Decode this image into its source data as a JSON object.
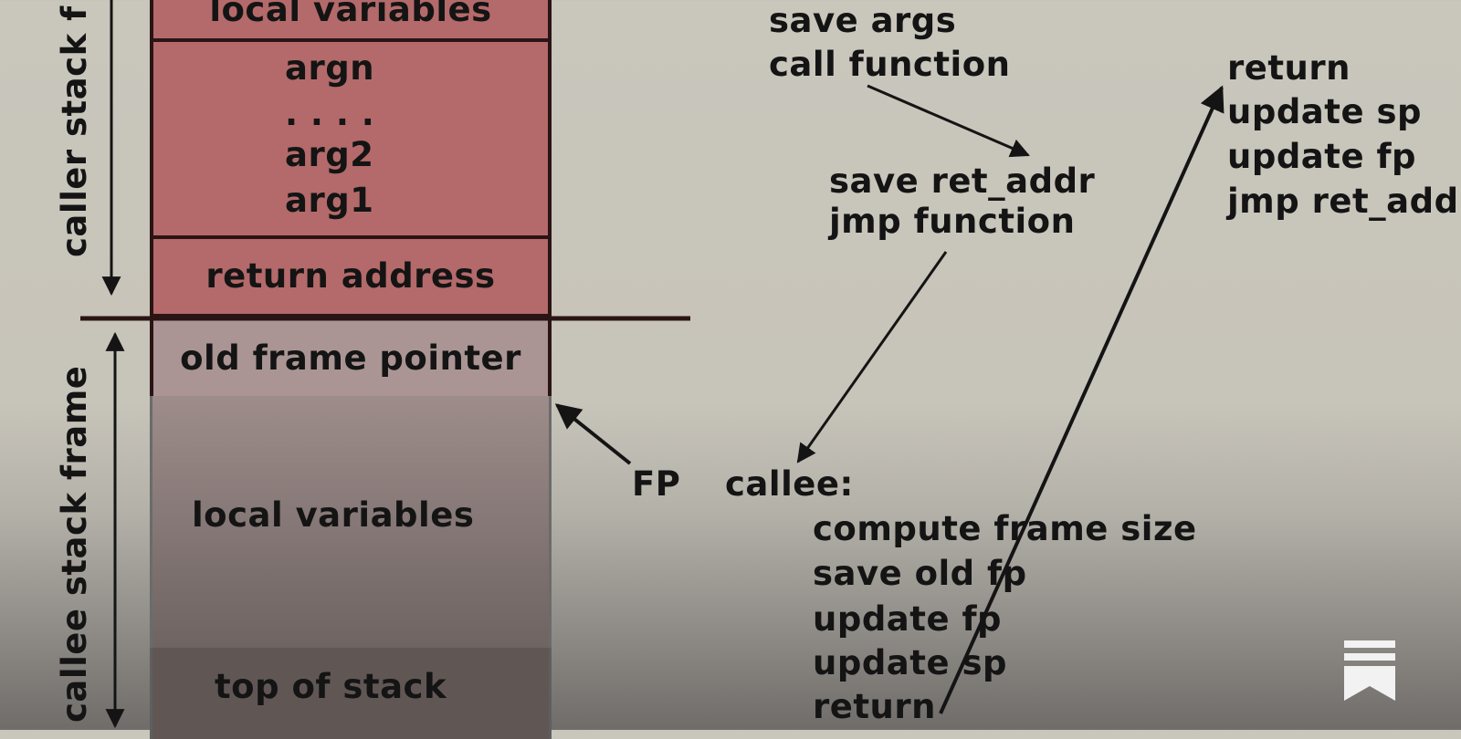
{
  "stack": {
    "caller_frame_label": "caller stack f",
    "callee_frame_label": "callee stack frame",
    "cells": {
      "caller_local_vars": "local variables",
      "argn": "argn",
      "dots": ". . . .",
      "arg2": "arg2",
      "arg1": "arg1",
      "return_address": "return address",
      "old_frame_pointer": "old frame pointer",
      "callee_local_vars": "local variables",
      "top_of_stack": "top of stack"
    },
    "fp_label": "FP"
  },
  "caller_steps": [
    "save args",
    "call function"
  ],
  "call_steps": [
    "save ret_addr",
    "jmp function"
  ],
  "return_steps": [
    "return",
    "update sp",
    "update fp",
    "jmp ret_add"
  ],
  "callee": {
    "label": "callee:",
    "steps": [
      "compute frame size",
      "save old fp",
      "update fp",
      "update sp",
      "return"
    ]
  },
  "icons": {
    "corner": "bookmark-icon"
  },
  "colors": {
    "caller_cells": "#b46a6a",
    "old_fp_cell": "#a89090",
    "outline": "#2a1414"
  }
}
